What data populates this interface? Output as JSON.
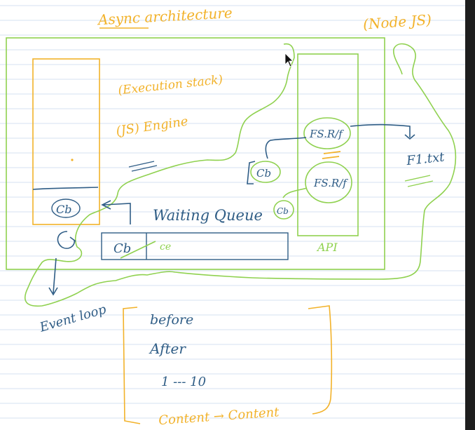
{
  "colors": {
    "paper_line": "#c9d6ee",
    "margin_line": "#e6e6e6",
    "orange": "#f2b22a",
    "green": "#8fd14f",
    "blue": "#2f5d86",
    "dark_bar": "#1e1e1e"
  },
  "notes": {
    "title": "Async architecture",
    "node": "(Node JS)",
    "exec_stack": "(Execution stack)",
    "js_engine": "(JS) Engine",
    "cb_stack": "Cb",
    "waiting_queue": "Waiting Queue",
    "cb_q1": "Cb",
    "cb_q2": "ce",
    "event_loop": "Event loop",
    "api_label": "API",
    "fs_read_1": "FS.R/f",
    "fs_read_2": "FS.R/f",
    "cb_left": "Cb",
    "cb_right": "Cb",
    "file_txt": "F1.txt",
    "before": "before",
    "after": "After",
    "range": "1 --- 10",
    "content": "Content → Content"
  },
  "icons": [
    "cursor-arrow-icon"
  ]
}
